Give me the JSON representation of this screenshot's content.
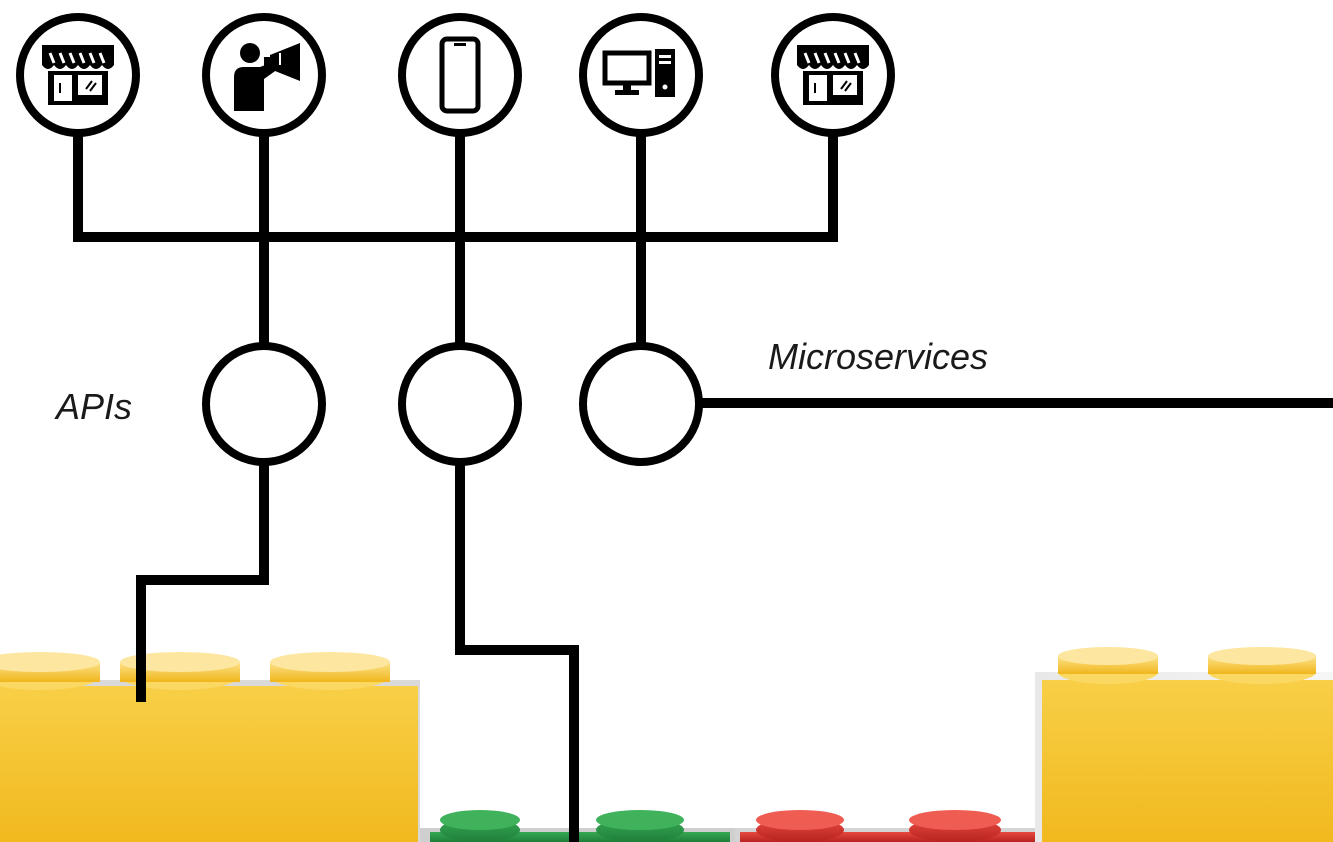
{
  "labels": {
    "apis": "APIs",
    "microservices": "Microservices"
  },
  "channels": [
    {
      "icon": "storefront-icon"
    },
    {
      "icon": "megaphone-person-icon"
    },
    {
      "icon": "smartphone-icon"
    },
    {
      "icon": "desktop-computer-icon"
    },
    {
      "icon": "storefront-icon"
    }
  ],
  "api_nodes": 3,
  "colors": {
    "line": "#000000",
    "yellow_brick": "#f5c32a",
    "green_brick": "#2e9a48",
    "red_brick": "#d9302c"
  }
}
